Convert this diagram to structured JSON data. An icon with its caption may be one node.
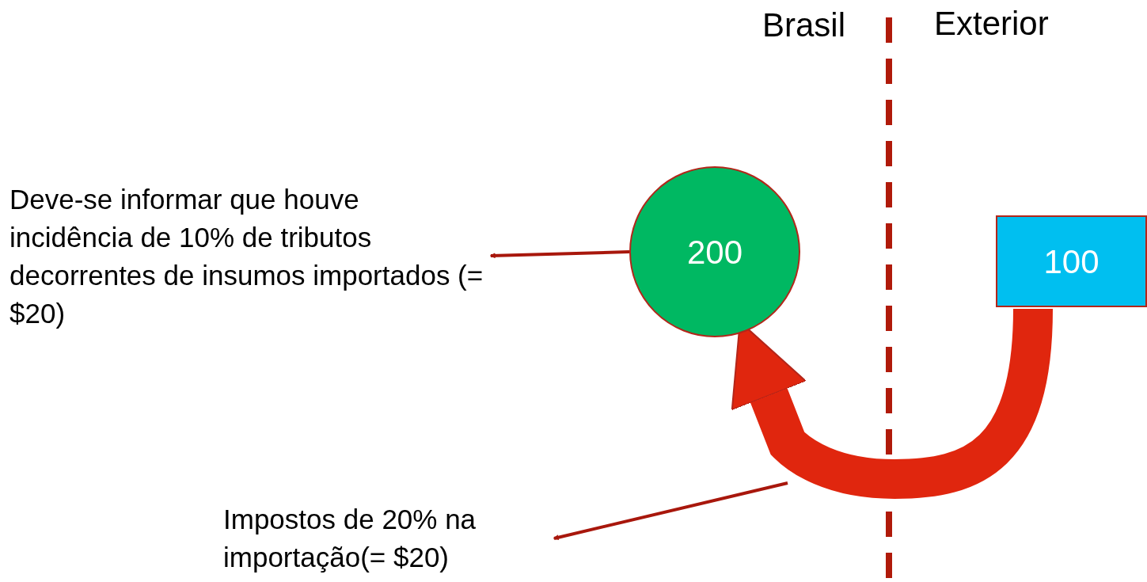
{
  "diagram": {
    "nodes": [
      {
        "text": [
          "200"
        ]
      },
      {
        "text": [
          "100"
        ]
      },
      {
        "text": [
          "Deve-se informar que houve incidência de 10% de tributos decorrentes de insumos importados (= $20)"
        ]
      },
      {
        "text": [
          "Impostos de 20% na importação(= $20)"
        ]
      }
    ],
    "edges": [
      {
        "from": 0,
        "to": 2,
        "arrow": "to"
      },
      {
        "from": 1,
        "to": 0,
        "arrow": "to",
        "style": "thick",
        "color": "#e0260e"
      },
      {
        "from": null,
        "to": 3,
        "arrow": "to"
      }
    ],
    "labels": [
      "Brasil",
      "Exterior"
    ]
  }
}
